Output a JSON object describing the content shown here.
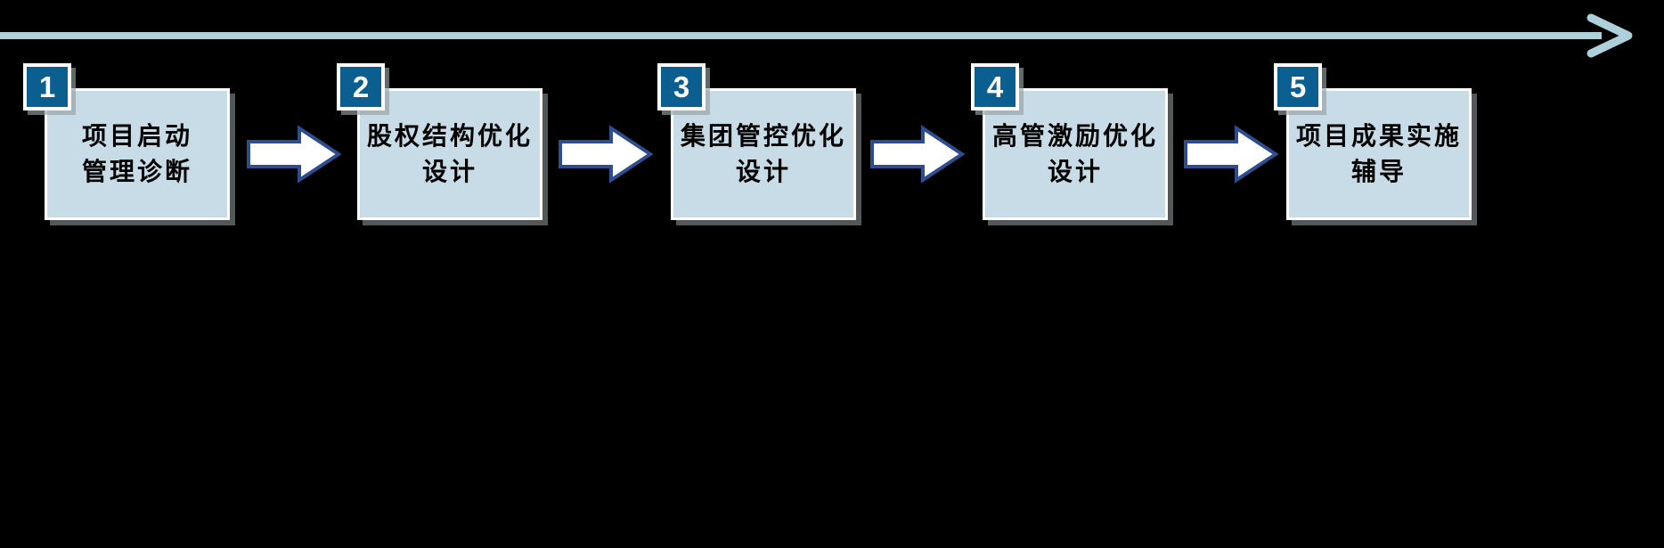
{
  "diagram": {
    "type": "process-flow",
    "orientation": "left-to-right",
    "steps": [
      {
        "number": "1",
        "line1": "项目启动",
        "line2": "管理诊断"
      },
      {
        "number": "2",
        "line1": "股权结构优化",
        "line2": "设计"
      },
      {
        "number": "3",
        "line1": "集团管控优化",
        "line2": "设计"
      },
      {
        "number": "4",
        "line1": "高管激励优化",
        "line2": "设计"
      },
      {
        "number": "5",
        "line1": "项目成果实施",
        "line2": "辅导"
      }
    ],
    "colors": {
      "background": "#000000",
      "timeline_arrow": "#aed0da",
      "step_box_fill": "#c7dce7",
      "step_box_border": "#ffffff",
      "step_text": "#000000",
      "badge_fill": "#0b5f90",
      "badge_border": "#ffffff",
      "badge_number": "#ffffff",
      "flow_arrow_fill": "#ffffff",
      "flow_arrow_border": "#2e4d8f",
      "shadow": "#969ea3"
    },
    "icons": {
      "timeline": "timeline-arrow-icon",
      "connector": "flow-arrow-icon"
    }
  }
}
